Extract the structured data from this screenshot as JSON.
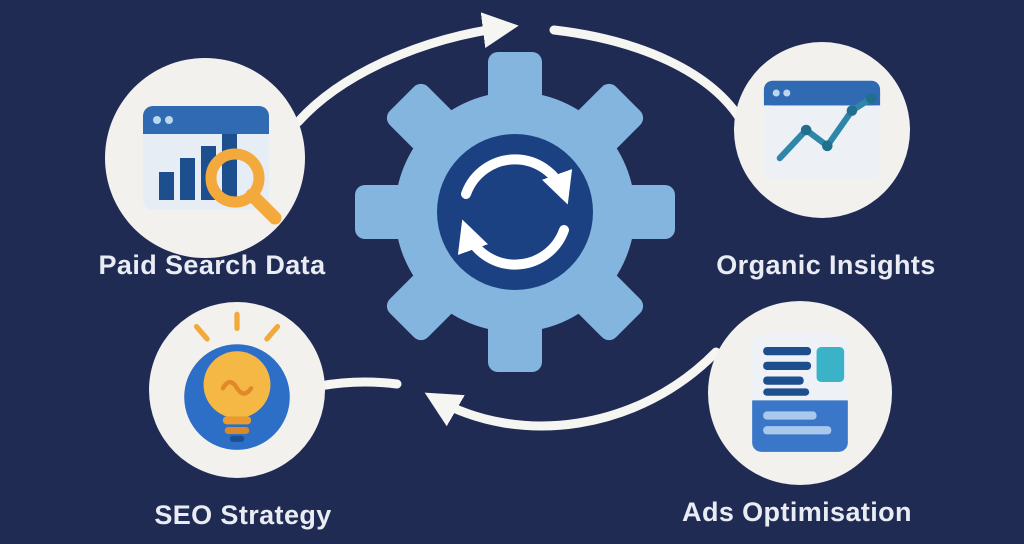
{
  "diagram": {
    "center_icon": "sync-cycle-gear",
    "nodes": [
      {
        "label": "Paid Search Data",
        "icon": "paid-search-chart-magnifier-icon",
        "position": "top-left"
      },
      {
        "label": "Organic Insights",
        "icon": "organic-line-chart-icon",
        "position": "top-right"
      },
      {
        "label": "SEO Strategy",
        "icon": "lightbulb-idea-icon",
        "position": "bottom-left"
      },
      {
        "label": "Ads Optimisation",
        "icon": "ads-document-icon",
        "position": "bottom-right"
      }
    ],
    "colors": {
      "background": "#202b54",
      "gear": "#84b5de",
      "gear_inner": "#1b4182",
      "node_circle": "#f2f1ee",
      "label_text": "#e9ecf3",
      "arrow": "#f5f5f2",
      "accent_orange": "#f3a93c",
      "accent_teal": "#3ab3c9",
      "accent_blue": "#2f6ab2",
      "accent_navy": "#1d4f8f"
    }
  }
}
